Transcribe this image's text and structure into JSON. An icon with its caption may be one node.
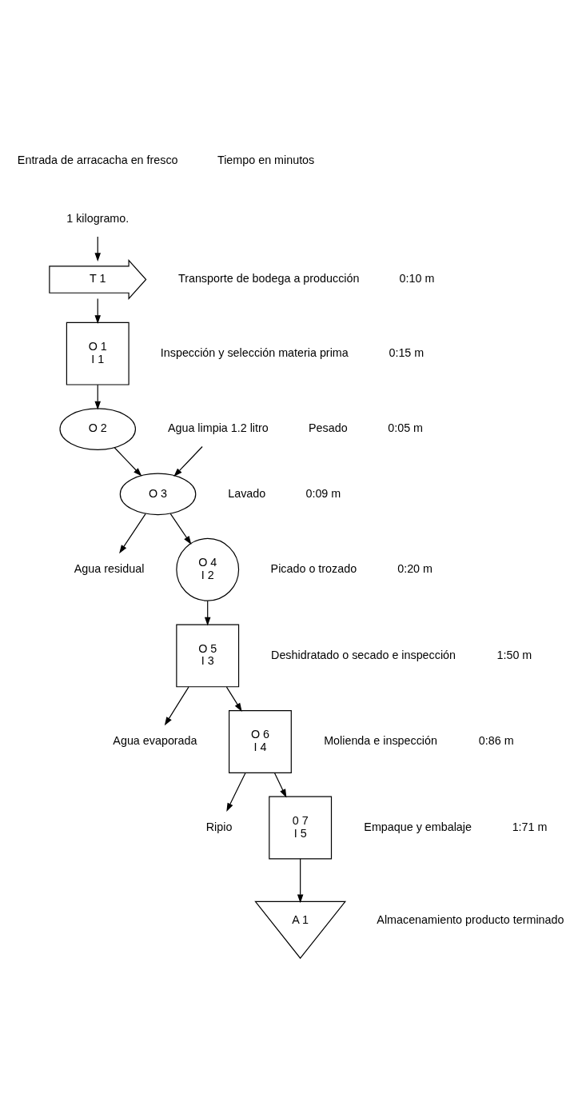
{
  "diagram": {
    "nodes": [
      {
        "text": [
          "1 kilogramo."
        ]
      },
      {
        "text": [
          "T 1"
        ],
        "beside": [
          "0:10 m",
          "Transporte de bodega a producción"
        ]
      },
      {
        "text": [
          "O 1",
          "I 1"
        ],
        "beside": [
          "0:15 m",
          "Inspección y selección materia prima"
        ]
      },
      {
        "text": [
          "O 2"
        ],
        "beside": [
          "0:05 m",
          "Pesado"
        ]
      },
      {
        "text": [
          "Agua limpia 1.2 litro"
        ]
      },
      {
        "text": [
          "O 3"
        ],
        "beside": [
          "0:09 m",
          "Lavado"
        ]
      },
      {
        "text": [
          "Agua residual"
        ]
      },
      {
        "text": [
          "O 4",
          "I 2"
        ],
        "beside": [
          "0:20 m",
          "Picado o trozado"
        ]
      },
      {
        "text": [
          "O 5",
          "I 3"
        ],
        "beside": [
          "1:50 m",
          "Deshidratado o secado e inspección"
        ]
      },
      {
        "text": [
          "Agua evaporada"
        ]
      },
      {
        "text": [
          "O 6",
          "I 4"
        ],
        "beside": [
          "0:86 m",
          "Molienda e inspección"
        ]
      },
      {
        "text": [
          "Ripio"
        ]
      },
      {
        "text": [
          "0 7",
          "I 5"
        ],
        "beside": [
          "1:71 m",
          "Empaque y embalaje"
        ]
      },
      {
        "text": [
          "A 1"
        ],
        "beside": [
          "Almacenamiento producto terminado"
        ]
      }
    ],
    "edges": [
      {
        "from": 0,
        "to": 1,
        "arrow": "to"
      },
      {
        "from": 1,
        "to": 2,
        "arrow": "to"
      },
      {
        "from": 2,
        "to": 3,
        "arrow": "to"
      },
      {
        "from": 3,
        "to": 5,
        "arrow": "to"
      },
      {
        "from": 4,
        "to": 5,
        "arrow": "to"
      },
      {
        "from": 5,
        "to": 6,
        "arrow": "to"
      },
      {
        "from": 5,
        "to": 7,
        "arrow": "to"
      },
      {
        "from": 7,
        "to": 8,
        "arrow": "to"
      },
      {
        "from": 8,
        "to": 9,
        "arrow": "to"
      },
      {
        "from": 8,
        "to": 10,
        "arrow": "to"
      },
      {
        "from": 10,
        "to": 11,
        "arrow": "to"
      },
      {
        "from": 10,
        "to": 12,
        "arrow": "to"
      },
      {
        "from": 12,
        "to": 13,
        "arrow": "to"
      }
    ],
    "labels": [
      "Entrada de arracacha en fresco",
      "Tiempo en minutos"
    ]
  }
}
